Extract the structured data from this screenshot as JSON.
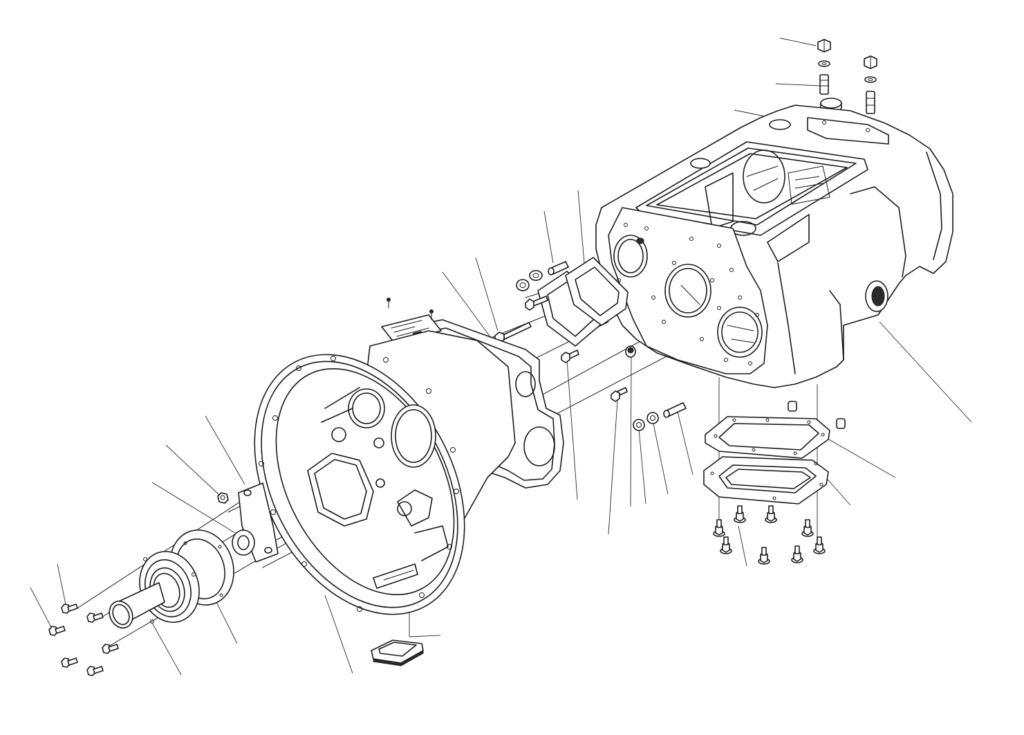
{
  "diagram": {
    "parts": [
      "transmission-housing",
      "top-cover-plug",
      "stud",
      "washer",
      "nut",
      "side-cover-gasket",
      "side-cover",
      "bottom-cover-gasket",
      "bottom-cover",
      "flange-bolt",
      "clutch-housing",
      "housing-gasket",
      "name-plate",
      "rivet",
      "release-bearing-sleeve",
      "sleeve-gasket",
      "oil-seal",
      "hex-bolt",
      "plug",
      "inspection-cover",
      "dowel-pin"
    ]
  }
}
